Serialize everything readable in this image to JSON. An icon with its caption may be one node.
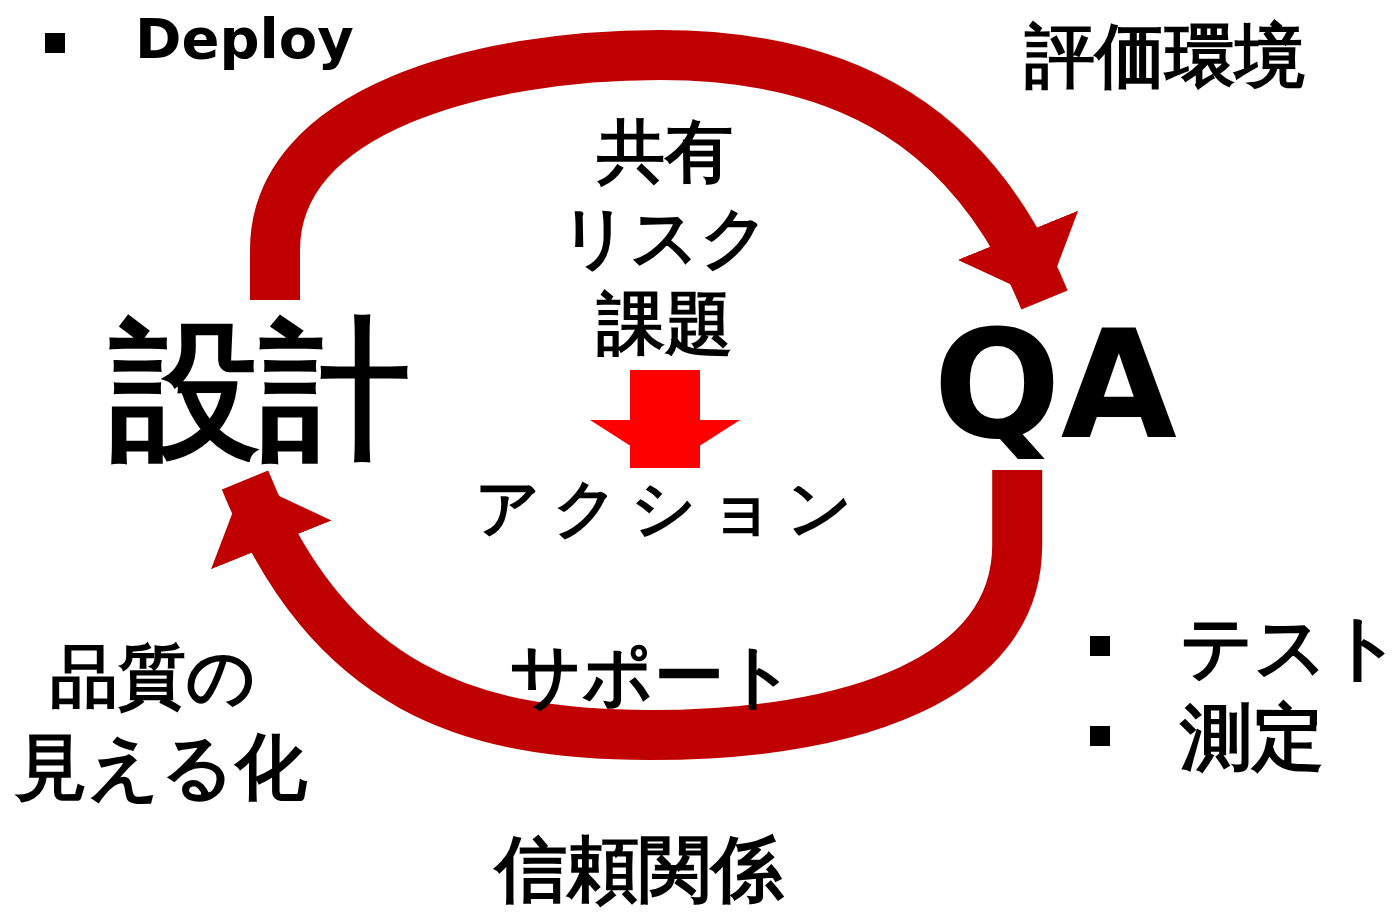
{
  "diagram": {
    "nodes": [
      {
        "text": [
          "設計"
        ]
      },
      {
        "text": [
          "QA"
        ]
      },
      {
        "text": [
          "共有",
          "リスク",
          "課題"
        ]
      },
      {
        "text": [
          "アクション"
        ]
      }
    ],
    "edges": [
      {
        "from": 0,
        "to": 1,
        "arrow": "to"
      },
      {
        "from": 1,
        "to": 0,
        "arrow": "to"
      },
      {
        "from": 2,
        "to": 3,
        "arrow": "to",
        "color": "#ff0000"
      }
    ],
    "labels": [
      "Deploy",
      "評価環境",
      "品質の",
      "見える化",
      "テスト",
      "測定",
      "サポート",
      "信頼関係"
    ]
  }
}
